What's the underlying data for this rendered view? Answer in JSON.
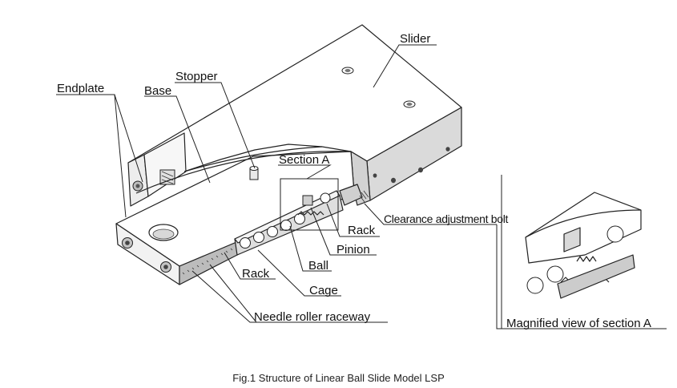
{
  "labels": {
    "slider": "Slider",
    "stopper": "Stopper",
    "endplate": "Endplate",
    "base": "Base",
    "section_a": "Section A",
    "clearance_bolt": "Clearance adjustment bolt",
    "rack_right": "Rack",
    "pinion": "Pinion",
    "ball": "Ball",
    "rack_left": "Rack",
    "cage": "Cage",
    "needle_raceway": "Needle roller raceway",
    "magnified_view": "Magnified view of section A"
  },
  "caption": "Fig.1 Structure of Linear Ball Slide Model LSP",
  "colors": {
    "line": "#222222",
    "face_light": "#ffffff",
    "face_mid": "#e6e6e6",
    "face_dark": "#cfcfcf",
    "face_darker": "#b9b9b9"
  }
}
